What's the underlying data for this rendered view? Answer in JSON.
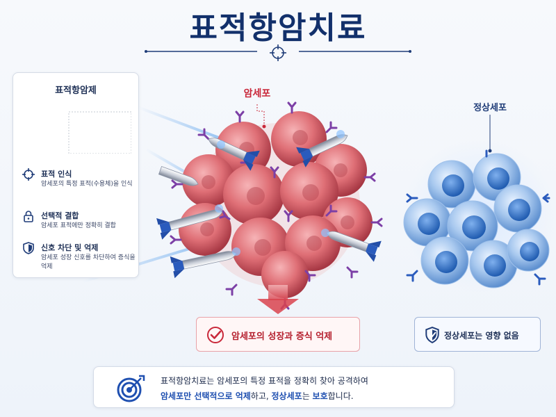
{
  "title": "표적항암치료",
  "legend": {
    "title": "표적항암제",
    "features": [
      {
        "icon": "crosshair-icon",
        "name": "표적 인식",
        "desc": "암세포의 특정 표적(수용체)을 인식"
      },
      {
        "icon": "lock-icon",
        "name": "선택적 결합",
        "desc": "암세포 표적에만 정확히 결합"
      },
      {
        "icon": "shield-icon",
        "name": "신호 차단 및 억제",
        "desc": "암세포 성장 신호를 차단하여 증식을 억제"
      }
    ]
  },
  "cancer_label": "암세포",
  "normal_label": "정상세포",
  "result": "암세포의 성장과 증식 억제",
  "normal_result": "정상세포는 영향 없음",
  "summary": {
    "line1": "표적항암치료는 암세포의 특정 표적을 정확히 찾아 공격하여",
    "line2_parts": [
      "암세포만 선택적으로 억제",
      "하고, ",
      "정상세포",
      "는 ",
      "보호",
      "합니다."
    ]
  },
  "colors": {
    "title": "#12306b",
    "cancer": "#c9283a",
    "normal": "#3a7bd5",
    "accent": "#1e4fb0"
  }
}
